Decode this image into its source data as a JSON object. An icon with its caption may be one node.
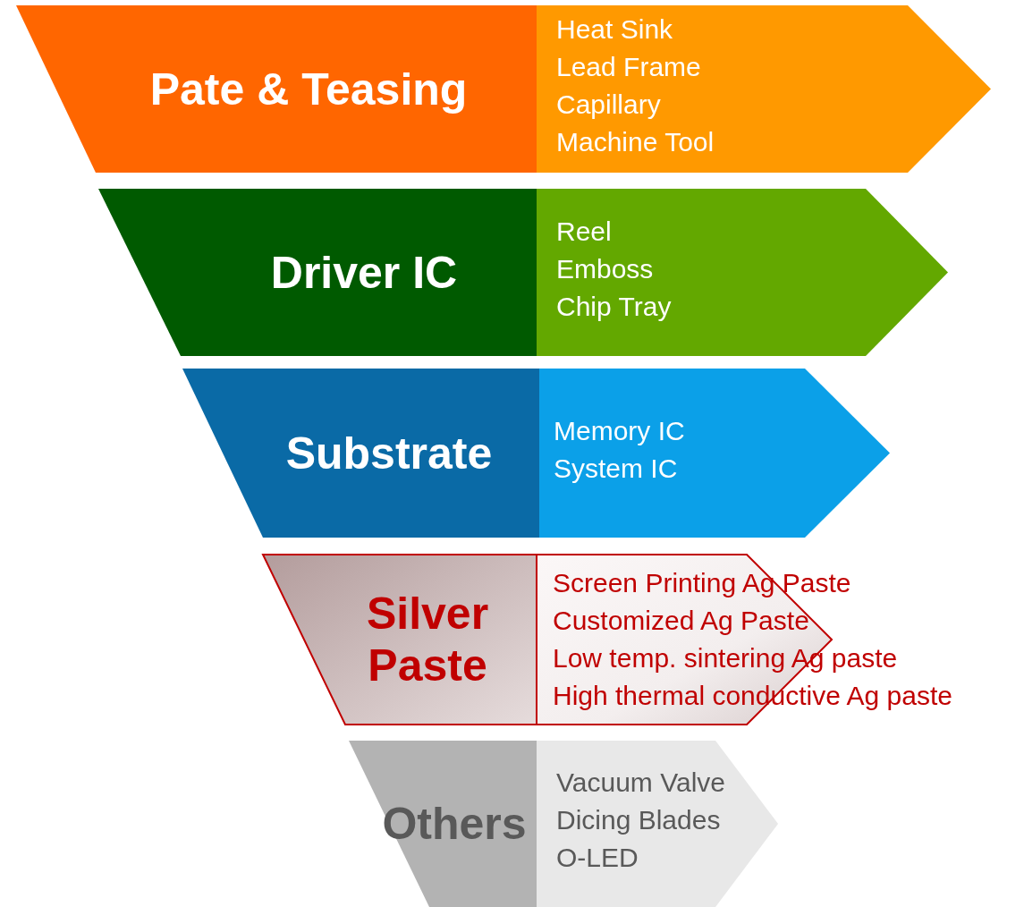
{
  "diagram": {
    "nodes": [
      {
        "text": [
          "Pate & Teasing"
        ]
      },
      {
        "text": [
          "Heat Sink",
          "Lead Frame",
          "Capillary",
          "Machine Tool"
        ]
      },
      {
        "text": [
          "Driver IC"
        ]
      },
      {
        "text": [
          "Reel",
          "Emboss",
          "Chip Tray"
        ]
      },
      {
        "text": [
          "Substrate"
        ]
      },
      {
        "text": [
          "Memory IC",
          "System IC"
        ]
      },
      {
        "text": [
          "Silver Paste"
        ]
      },
      {
        "text": [
          "Screen Printing Ag Paste",
          "Customized Ag Paste",
          "Low temp. sintering Ag paste",
          "High thermal conductive Ag paste"
        ]
      },
      {
        "text": [
          "Others"
        ]
      },
      {
        "text": [
          "Vacuum Valve",
          "Dicing Blades",
          "O-LED"
        ]
      }
    ]
  }
}
